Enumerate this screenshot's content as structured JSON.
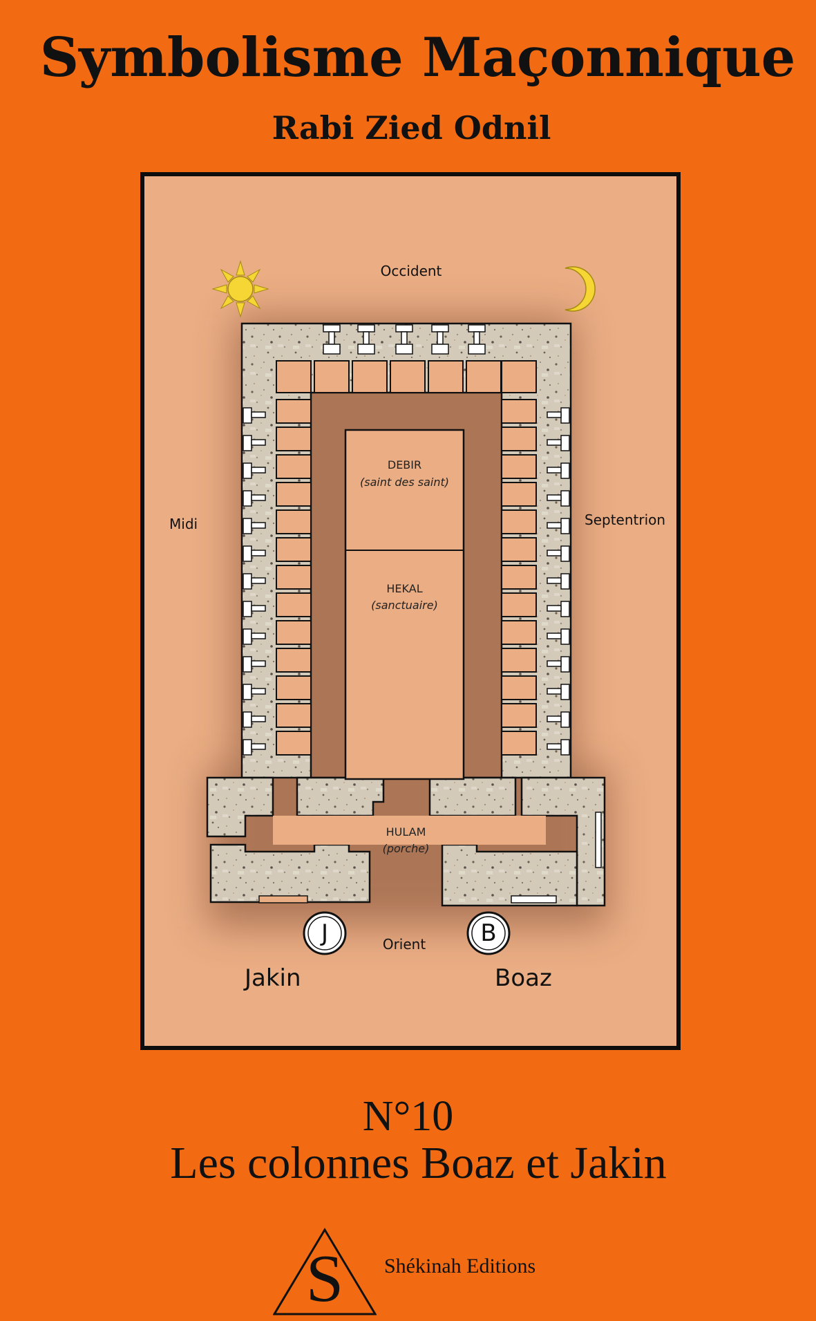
{
  "cover": {
    "title": "Symbolisme Maçonnique",
    "author": "Rabi Zied Odnil",
    "issue": "N°10",
    "subtitle": "Les colonnes Boaz et Jakin",
    "publisher": "Shékinah Editions",
    "publisher_logo_letter": "S"
  },
  "plan": {
    "directions": {
      "top": "Occident",
      "left": "Midi",
      "right": "Septentrion",
      "bottom": "Orient"
    },
    "rooms": [
      {
        "name": "DEBIR",
        "subtitle": "(saint des saint)"
      },
      {
        "name": "HEKAL",
        "subtitle": "(sanctuaire)"
      },
      {
        "name": "HULAM",
        "subtitle": "(porche)"
      }
    ],
    "columns": [
      {
        "letter": "J",
        "name": "Jakin"
      },
      {
        "letter": "B",
        "name": "Boaz"
      }
    ],
    "icons": [
      "sun-icon",
      "moon-icon"
    ]
  },
  "colors": {
    "background": "#F26B12",
    "frame_fill": "#EAAD84",
    "stone": "#CFC6B5",
    "sun": "#F5D634"
  }
}
